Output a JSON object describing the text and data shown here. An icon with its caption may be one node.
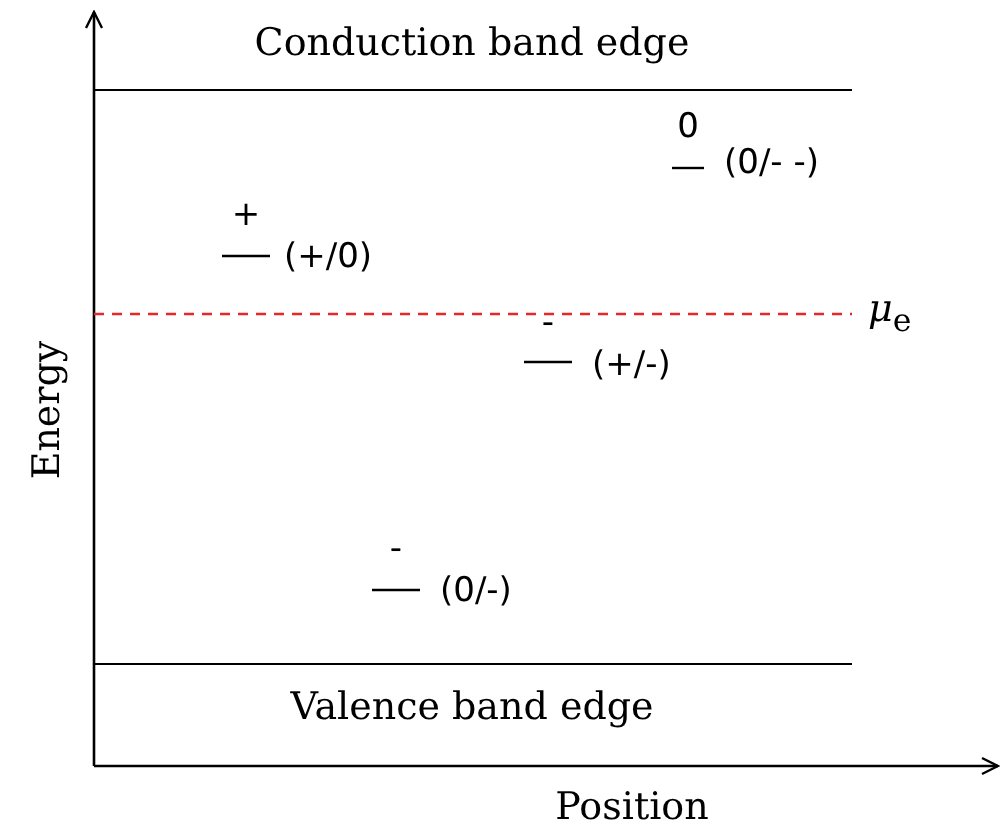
{
  "diagram": {
    "labels": [
      "Conduction band edge",
      "0",
      "(0/- -)",
      "+",
      "(+/0)",
      "*μ*$_{e}$",
      "-",
      "(+/-)",
      "-",
      "(0/-)",
      "Valence band edge",
      "Energy",
      "Position"
    ]
  }
}
